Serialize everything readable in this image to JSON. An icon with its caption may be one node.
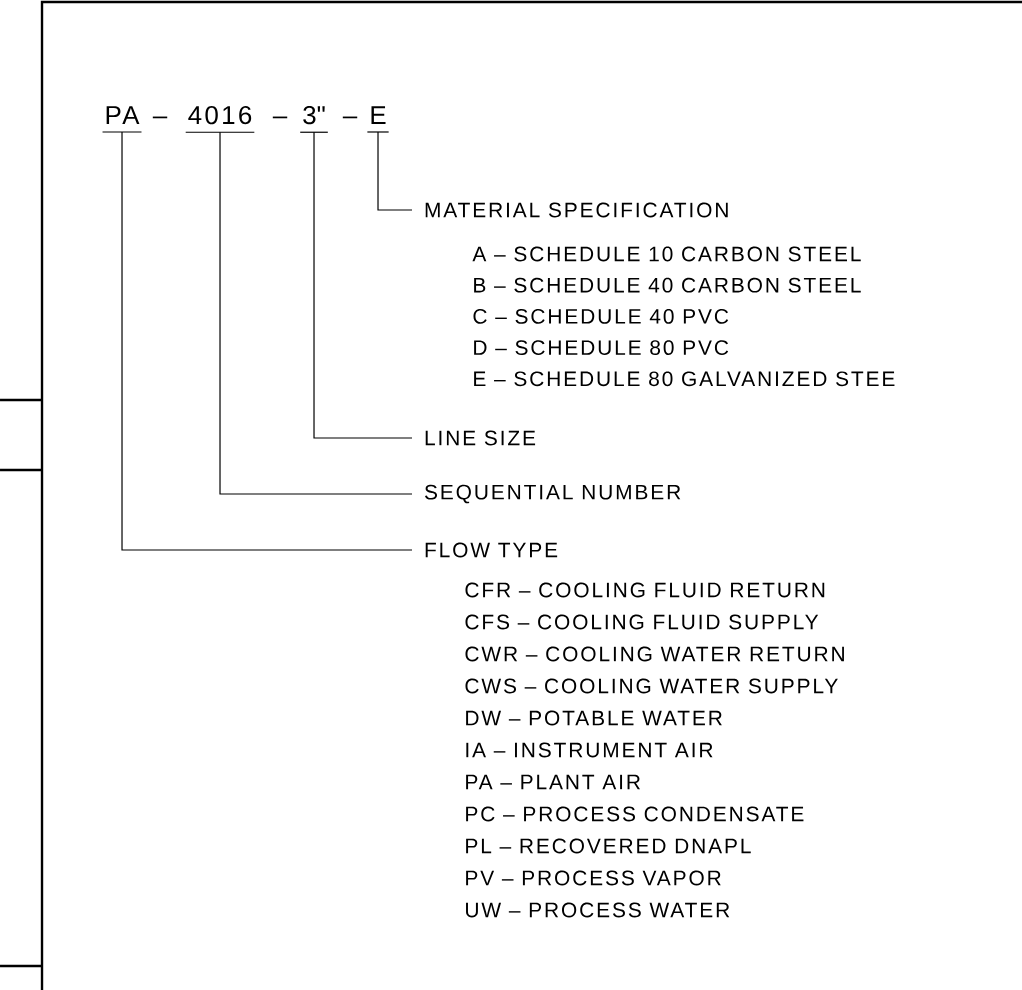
{
  "diagram": {
    "nodes": [
      {
        "text": [
          "PA"
        ]
      },
      {
        "text": [
          "4016"
        ]
      },
      {
        "text": [
          "3\""
        ]
      },
      {
        "text": [
          "E"
        ]
      },
      {
        "text": [
          "MATERIAL SPECIFICATION"
        ],
        "beside": [
          "A – SCHEDULE 10 CARBON STEEL",
          "B – SCHEDULE 40 CARBON STEEL",
          "C – SCHEDULE 40 PVC",
          "D – SCHEDULE 80 PVC",
          "E – SCHEDULE 80 GALVANIZED STEE"
        ]
      },
      {
        "text": [
          "LINE SIZE"
        ]
      },
      {
        "text": [
          "SEQUENTIAL NUMBER"
        ]
      },
      {
        "text": [
          "FLOW TYPE"
        ],
        "beside": [
          "CFR – COOLING FLUID RETURN",
          "CFS – COOLING FLUID SUPPLY",
          "CWR – COOLING WATER RETURN",
          "CWS – COOLING WATER SUPPLY",
          "DW – POTABLE WATER",
          "IA – INSTRUMENT AIR",
          "PA – PLANT AIR",
          "PC – PROCESS CONDENSATE",
          "PL – RECOVERED DNAPL",
          "PV – PROCESS VAPOR",
          "UW – PROCESS WATER"
        ]
      }
    ],
    "edges": [
      {
        "from": 3,
        "to": 4,
        "arrow": "none"
      },
      {
        "from": 2,
        "to": 5,
        "arrow": "none"
      },
      {
        "from": 1,
        "to": 6,
        "arrow": "none"
      },
      {
        "from": 0,
        "to": 7,
        "arrow": "none"
      }
    ],
    "labels": [
      "–",
      "–",
      "–"
    ]
  }
}
